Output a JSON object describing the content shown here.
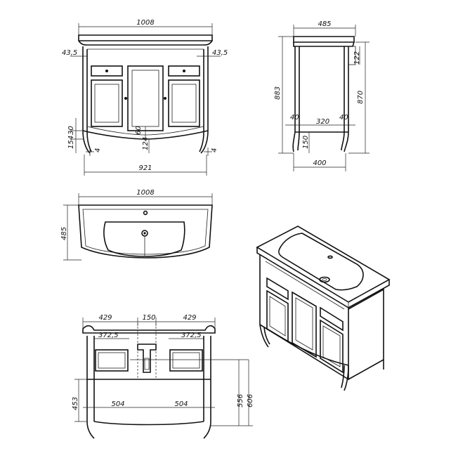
{
  "front_view": {
    "total_width": "1008",
    "side_left": "43,5",
    "side_right": "43,5",
    "base_width": "921",
    "dim_154": "154",
    "dim_30": "30",
    "dim_60": "60",
    "dim_124": "124",
    "dim_4a": "4",
    "dim_4b": "4"
  },
  "side_view": {
    "depth": "485",
    "height_883": "883",
    "height_870": "870",
    "top_122": "122",
    "dim_40a": "40",
    "dim_320": "320",
    "dim_40b": "40",
    "dim_150": "150",
    "base_400": "400"
  },
  "top_view": {
    "width": "1008",
    "depth": "485"
  },
  "back_view": {
    "w_429_left": "429",
    "w_150": "150",
    "w_429_right": "429",
    "w_372_left": "372,5",
    "w_372_right": "372,5",
    "w_504_left": "504",
    "w_504_right": "504",
    "h_453": "453",
    "h_556": "556",
    "h_606": "606"
  }
}
